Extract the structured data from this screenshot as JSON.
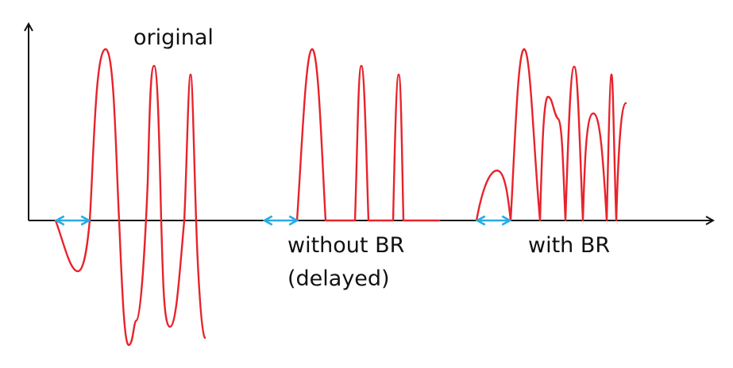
{
  "labels": {
    "original": "original",
    "without_br_line1": "without BR",
    "without_br_line2": "(delayed)",
    "with_br": "with BR"
  },
  "colors": {
    "signal": "#e8232b",
    "delay_arrow": "#29abe2",
    "axes": "#111111",
    "label": "#111111",
    "background": "#ffffff"
  }
}
